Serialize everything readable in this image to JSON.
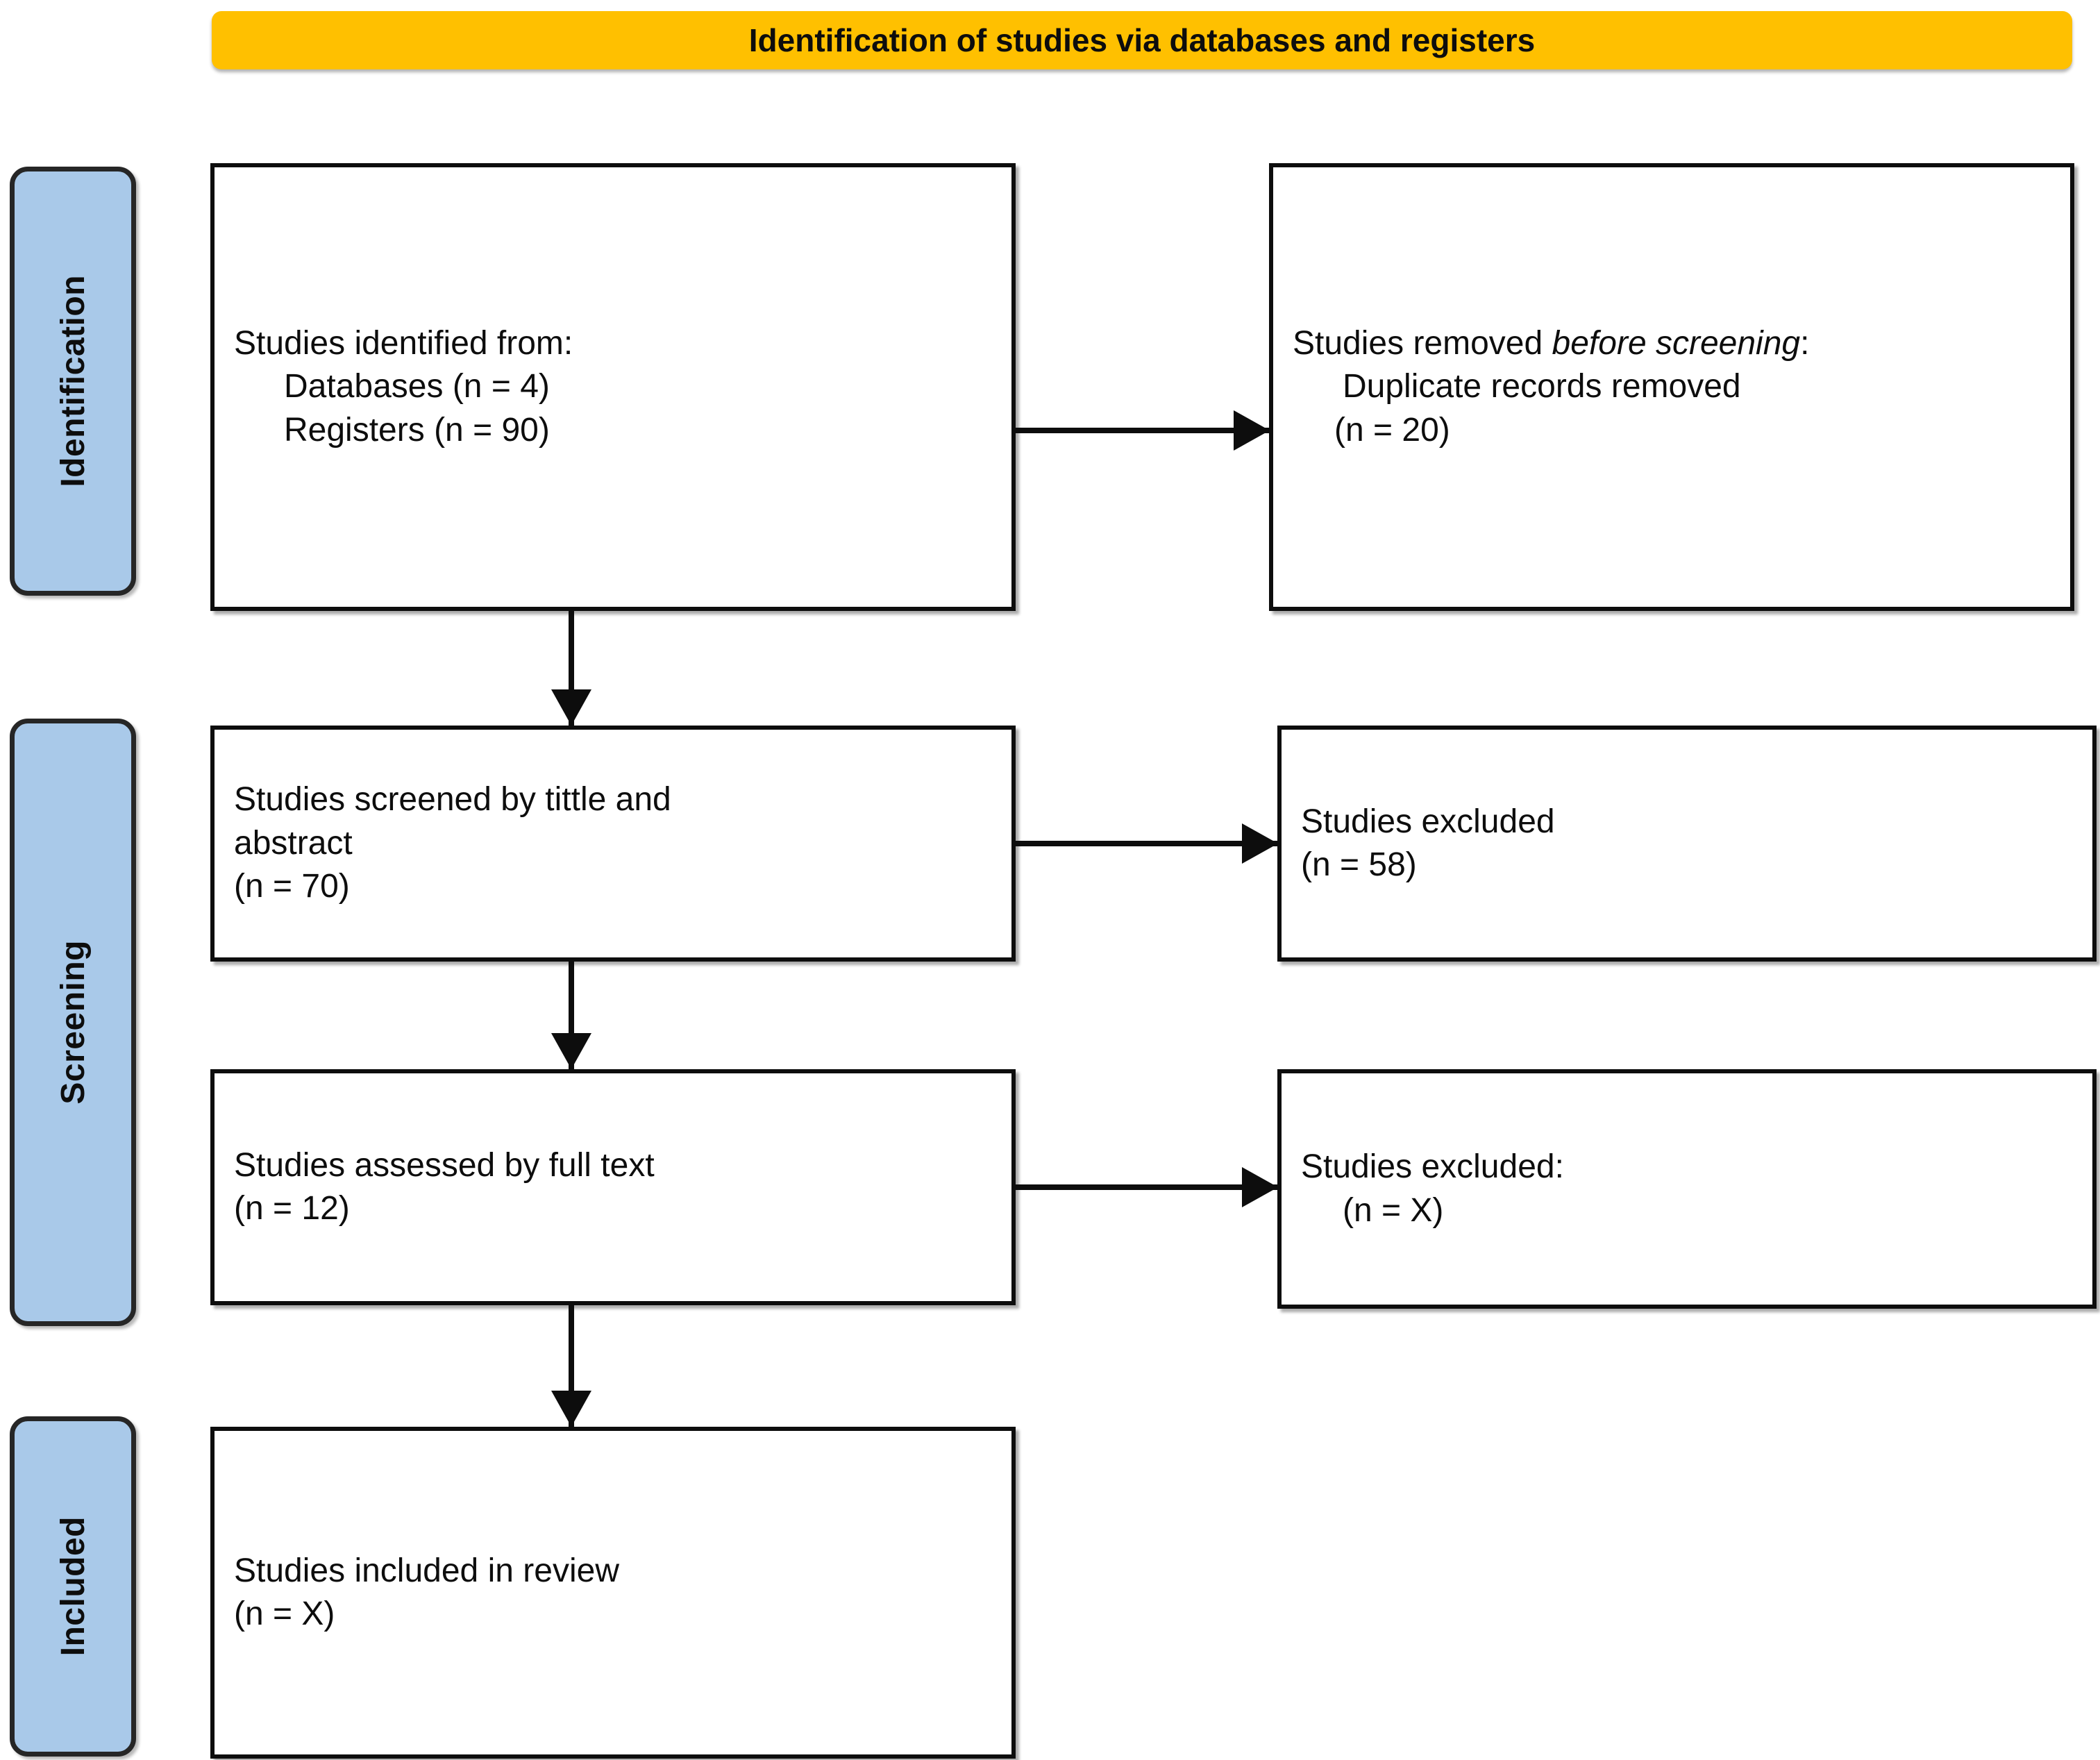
{
  "banner": {
    "title": "Identification of studies via databases and registers",
    "color": "#FFC000"
  },
  "stages": {
    "color": "#A9C9E9",
    "identification": "Identification",
    "screening": "Screening",
    "included": "Included"
  },
  "boxes": {
    "identified": {
      "line1": "Studies identified from:",
      "line2": "Databases (n = 4)",
      "line3": "Registers (n = 90)"
    },
    "removed": {
      "line1_a": "Studies removed ",
      "line1_b": "before screening",
      "line1_c": ":",
      "line2": "Duplicate records removed",
      "line3": "(n = 20)"
    },
    "screened": {
      "line1": "Studies screened by tittle and",
      "line2": "abstract",
      "line3": "(n = 70)"
    },
    "excluded1": {
      "line1": "Studies excluded",
      "line2": "(n = 58)"
    },
    "fulltext": {
      "line1": "Studies assessed by full text",
      "line2": "(n = 12)"
    },
    "excluded2": {
      "line1": "Studies excluded:",
      "line2": "(n = X)"
    },
    "included": {
      "line1": "Studies included in review",
      "line2": "(n = X)"
    }
  },
  "chart_data": {
    "type": "diagram",
    "title": "Identification of studies via databases and registers",
    "nodes": [
      {
        "id": "identified",
        "stage": "Identification",
        "column": "left",
        "label": "Studies identified from: Databases (n = 4); Registers (n = 90)",
        "counts": {
          "Databases": 4,
          "Registers": 90
        }
      },
      {
        "id": "removed",
        "stage": "Identification",
        "column": "right",
        "label": "Studies removed before screening: Duplicate records removed (n = 20)",
        "counts": {
          "Duplicate records removed": 20
        }
      },
      {
        "id": "screened",
        "stage": "Screening",
        "column": "left",
        "label": "Studies screened by tittle and abstract (n = 70)",
        "counts": {
          "n": 70
        }
      },
      {
        "id": "excluded1",
        "stage": "Screening",
        "column": "right",
        "label": "Studies excluded (n = 58)",
        "counts": {
          "n": 58
        }
      },
      {
        "id": "fulltext",
        "stage": "Screening",
        "column": "left",
        "label": "Studies assessed by full text (n = 12)",
        "counts": {
          "n": 12
        }
      },
      {
        "id": "excluded2",
        "stage": "Screening",
        "column": "right",
        "label": "Studies excluded: (n = X)",
        "counts": {
          "n": "X"
        }
      },
      {
        "id": "included",
        "stage": "Included",
        "column": "left",
        "label": "Studies included in review (n = X)",
        "counts": {
          "n": "X"
        }
      }
    ],
    "edges": [
      {
        "from": "identified",
        "to": "removed",
        "direction": "right"
      },
      {
        "from": "identified",
        "to": "screened",
        "direction": "down"
      },
      {
        "from": "screened",
        "to": "excluded1",
        "direction": "right"
      },
      {
        "from": "screened",
        "to": "fulltext",
        "direction": "down"
      },
      {
        "from": "fulltext",
        "to": "excluded2",
        "direction": "right"
      },
      {
        "from": "fulltext",
        "to": "included",
        "direction": "down"
      }
    ]
  }
}
